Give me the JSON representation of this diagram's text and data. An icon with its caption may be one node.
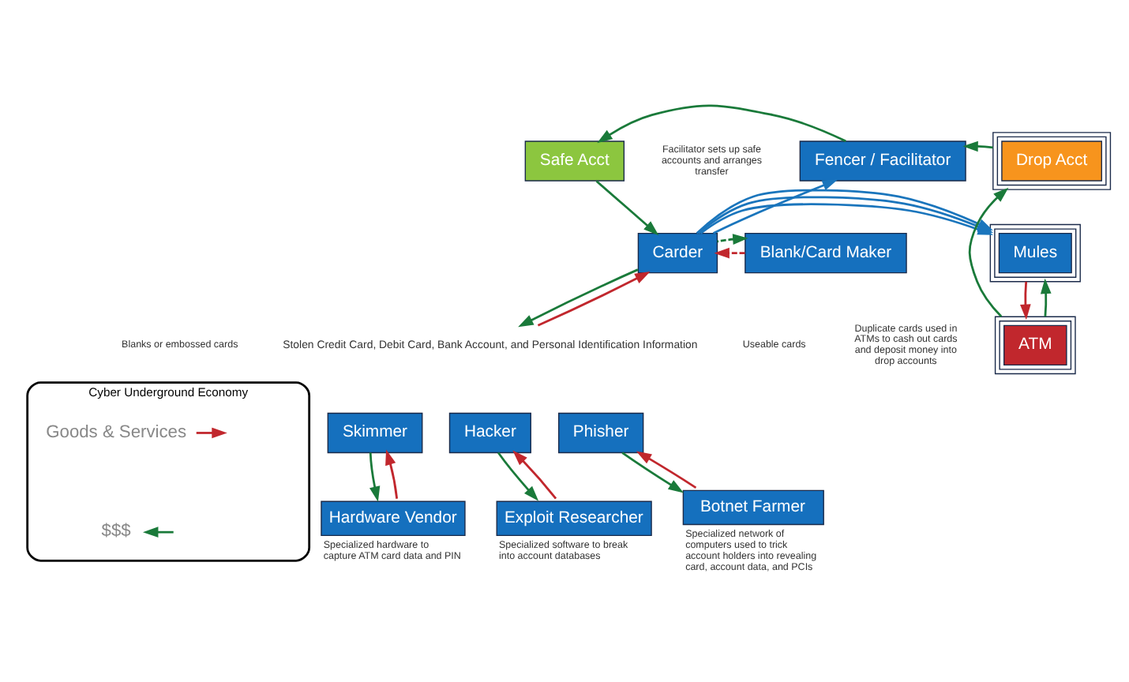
{
  "diagram": {
    "nodes": [
      {
        "text": [
          "Safe Acct"
        ]
      },
      {
        "text": [
          "Fencer / Facilitator"
        ]
      },
      {
        "text": [
          "Drop Acct"
        ]
      },
      {
        "text": [
          "Blank/Card Maker"
        ]
      },
      {
        "text": [
          "Carder"
        ]
      },
      {
        "text": [
          "Mules"
        ]
      },
      {
        "text": [
          "ATM"
        ]
      },
      {
        "text": [
          "Stolen Credit Card, Debit Card, Bank Account, and Personal Identification Information"
        ]
      },
      {
        "text": [
          "Skimmer"
        ]
      },
      {
        "text": [
          "Hacker"
        ]
      },
      {
        "text": [
          "Phisher"
        ]
      },
      {
        "text": [
          "Hardware Vendor"
        ],
        "beside": [
          "Specialized hardware to capture ATM card data and PIN"
        ]
      },
      {
        "text": [
          "Exploit Researcher"
        ],
        "beside": [
          "Specialized software to break into account databases"
        ]
      },
      {
        "text": [
          "Botnet Farmer"
        ],
        "beside": [
          "Specialized network of computers used to trick account holders into revealing card, account data, and PCIs"
        ]
      },
      {
        "text": [
          "Cyber Underground Economy"
        ]
      },
      {
        "text": [
          "Goods & Services"
        ],
        "in": 14
      },
      {
        "text": [
          "$$$"
        ],
        "in": 14
      }
    ],
    "edges": [
      {
        "from": 1,
        "to": 0,
        "arrow": "to"
      },
      {
        "from": 2,
        "to": 1,
        "arrow": "to"
      },
      {
        "from": 0,
        "to": 4,
        "arrow": "to"
      },
      {
        "from": 4,
        "to": 1,
        "arrow": "to",
        "color": "#1a75bc"
      },
      {
        "from": 3,
        "to": 4,
        "arrow": "to",
        "style": "dashed",
        "color": "#c1272d"
      },
      {
        "from": 4,
        "to": 3,
        "arrow": "to",
        "style": "dashed"
      },
      {
        "from": 4,
        "to": 5,
        "arrow": "to",
        "color": "#1a75bc"
      },
      {
        "from": 4,
        "to": 5,
        "arrow": "to",
        "color": "#1a75bc"
      },
      {
        "from": 4,
        "to": 5,
        "arrow": "to",
        "color": "#1a75bc"
      },
      {
        "from": 6,
        "to": 5,
        "arrow": "to"
      },
      {
        "from": 6,
        "to": 2,
        "arrow": "to"
      },
      {
        "from": 5,
        "to": 6,
        "arrow": "to",
        "color": "#c1272d"
      },
      {
        "from": 7,
        "to": 4,
        "arrow": "to",
        "color": "#c1272d"
      },
      {
        "from": 4,
        "to": 7,
        "arrow": "to"
      },
      {
        "from": 11,
        "to": 8,
        "arrow": "to",
        "color": "#c1272d"
      },
      {
        "from": 8,
        "to": 11,
        "arrow": "to"
      },
      {
        "from": 12,
        "to": 9,
        "arrow": "to",
        "color": "#c1272d"
      },
      {
        "from": 9,
        "to": 12,
        "arrow": "to"
      },
      {
        "from": 13,
        "to": 10,
        "arrow": "to",
        "color": "#c1272d"
      },
      {
        "from": 10,
        "to": 13,
        "arrow": "to"
      },
      {
        "from": 15,
        "to": null,
        "arrow": "to",
        "color": "#c1272d"
      },
      {
        "from": null,
        "to": 16,
        "arrow": "to"
      }
    ],
    "labels": [
      "Facilitator sets up safe accounts and arranges transfer",
      "Blanks or embossed cards",
      "Useable cards",
      "Duplicate cards used in ATMs to cash out cards and deposit money into drop accounts"
    ]
  }
}
